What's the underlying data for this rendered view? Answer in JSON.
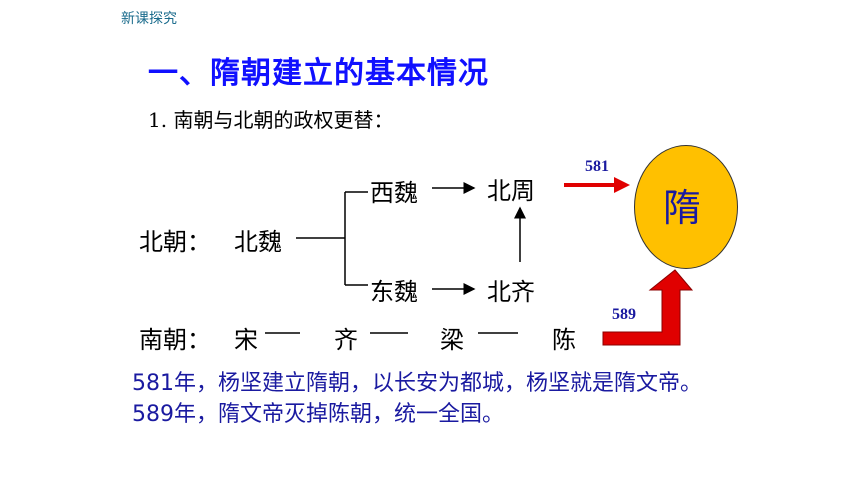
{
  "header": {
    "section_tag": "新课探究"
  },
  "title": "一、隋朝建立的基本情况",
  "subtitle": "1. 南朝与北朝的政权更替：",
  "diagram": {
    "north_label": "北朝：",
    "north_origin": "北魏",
    "west_wei": "西魏",
    "east_wei": "东魏",
    "north_zhou": "北周",
    "north_qi": "北齐",
    "south_label": "南朝：",
    "south_song": "宋",
    "south_qi": "齐",
    "south_liang": "梁",
    "south_chen": "陈",
    "sui": "隋",
    "year_north": "581",
    "year_south": "589",
    "colors": {
      "circle": "#ffc000",
      "arrow_red": "#e00000",
      "year_text": "#1a1aa0"
    }
  },
  "summary": "581年，杨坚建立隋朝，以长安为都城，杨坚就是隋文帝。589年，隋文帝灭掉陈朝，统一全国。"
}
